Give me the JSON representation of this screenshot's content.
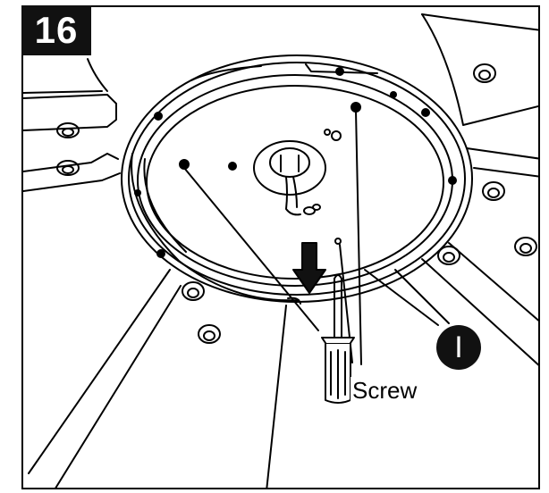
{
  "step": {
    "number": "16"
  },
  "callout": {
    "marker": "I"
  },
  "labels": {
    "screw": "Screw"
  },
  "colors": {
    "ink": "#000000",
    "paper": "#ffffff",
    "badge": "#111111"
  },
  "icons": [
    "screwdriver-icon",
    "down-arrow-icon",
    "screw-icon"
  ]
}
